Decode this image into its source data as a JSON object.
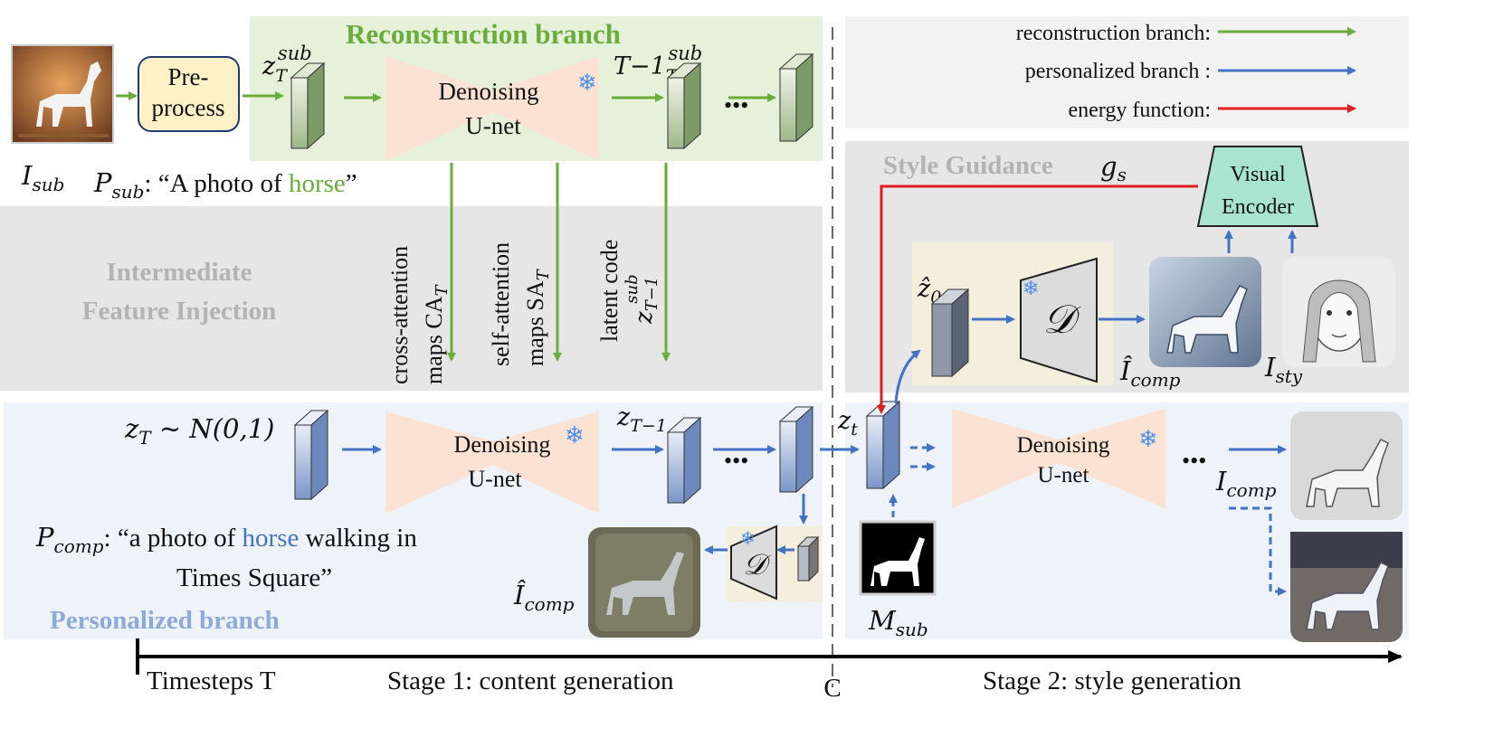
{
  "sections": {
    "reconstruction_title": "Reconstruction branch",
    "injection_title_1": "Intermediate",
    "injection_title_2": "Feature Injection",
    "personalized_title": "Personalized branch",
    "style_guidance_title": "Style Guidance"
  },
  "legend": {
    "reconstruction": "reconstruction branch:",
    "personalized": "personalized branch :",
    "energy": "energy function:"
  },
  "blocks": {
    "preprocess_1": "Pre-",
    "preprocess_2": "process",
    "unet_1": "Denoising",
    "unet_2": "U-net",
    "visual_encoder_1": "Visual",
    "visual_encoder_2": "Encoder",
    "decoder": "𝒟",
    "ellipsis": "•••"
  },
  "labels": {
    "z_T_sub": "z",
    "z_T_sub_sup": "sub",
    "z_T_sub_sub": "T",
    "z_T1_sub": "T−1",
    "z_T1_sub_sup": "sub",
    "z_T1_sub_sub": "T−1",
    "I_sub": "I",
    "I_sub_sub": "sub",
    "P_sub": "P",
    "P_sub_sub": "sub",
    "P_sub_text_pre": ": “A photo of ",
    "P_sub_text_word": "horse",
    "P_sub_text_post": "”",
    "cross_attn_1": "cross-attention",
    "cross_attn_2": "maps CA",
    "cross_attn_sub": "T",
    "self_attn_1": "self-attention",
    "self_attn_2": "maps SA",
    "self_attn_sub": "T",
    "latent_1": "latent code",
    "latent_2": "z",
    "latent_2_sup": "sub",
    "latent_2_sub": "T−1",
    "z_T_noise": "z",
    "z_T_noise_sub": "T",
    "z_T_noise_rest": " ∼ N(0,1)",
    "z_T1": "z",
    "z_t": "z",
    "z_t_sub": "t",
    "P_comp": "P",
    "P_comp_sub": "comp",
    "P_comp_text_pre": ": “a photo of ",
    "P_comp_text_word": "horse",
    "P_comp_text_post": " walking in",
    "P_comp_text_line2": "Times Square”",
    "I_comp_hat": "Î",
    "I_comp_hat_sub": "comp",
    "I_comp": "I",
    "I_comp_sub": "comp",
    "M_sub": "M",
    "M_sub_sub": "sub",
    "z0_hat": "ẑ",
    "z0_hat_sub": "0",
    "I_sty": "I",
    "I_sty_sub": "sty",
    "g_s": "g",
    "g_s_sub": "s"
  },
  "axis": {
    "timesteps": "Timesteps T",
    "stage1": "Stage 1: content generation",
    "c_mark": "C",
    "stage2": "Stage 2: style generation"
  },
  "colors": {
    "green": "#6aad3c",
    "blue": "#4472c4",
    "red": "#e02020",
    "green_bg": "#e6f1d9",
    "blue_bg": "#edf3f9",
    "gray_bg": "#e6e6e6",
    "light_gray_bg": "#f2f2f2",
    "unet_fill": "#fbe2d2",
    "encoder_fill": "#a8e4cf",
    "preprocess_fill": "#fdf2c7",
    "decoder_panel": "#f4eedd",
    "green_title": "#6aad3c",
    "blue_title": "#8eaadc",
    "gray_title": "#b3b3b3"
  }
}
